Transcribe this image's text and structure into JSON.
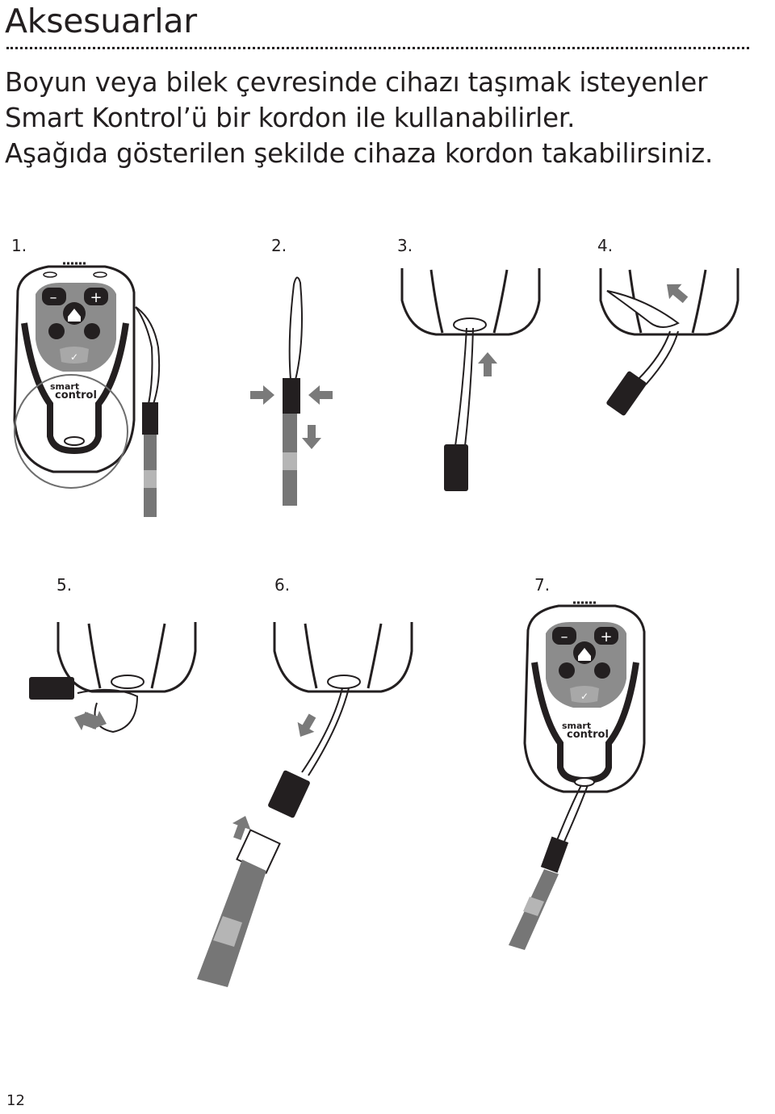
{
  "heading": "Aksesuarlar",
  "intro": [
    "Boyun veya bilek çevresinde cihazı taşımak isteyenler",
    "Smart Kontrol’ü bir kordon ile kullanabilirler.",
    "Aşağıda gösterilen şekilde cihaza kordon takabilirsiniz."
  ],
  "steps": [
    "1.",
    "2.",
    "3.",
    "4.",
    "5.",
    "6.",
    "7."
  ],
  "device_label": {
    "line1": "smart",
    "line2": "control"
  },
  "page_number": "12",
  "colors": {
    "ink": "#231f20",
    "button_gray": "#8c8c8c",
    "lanyard": "#767676",
    "arrow": "#7a7a7a"
  }
}
